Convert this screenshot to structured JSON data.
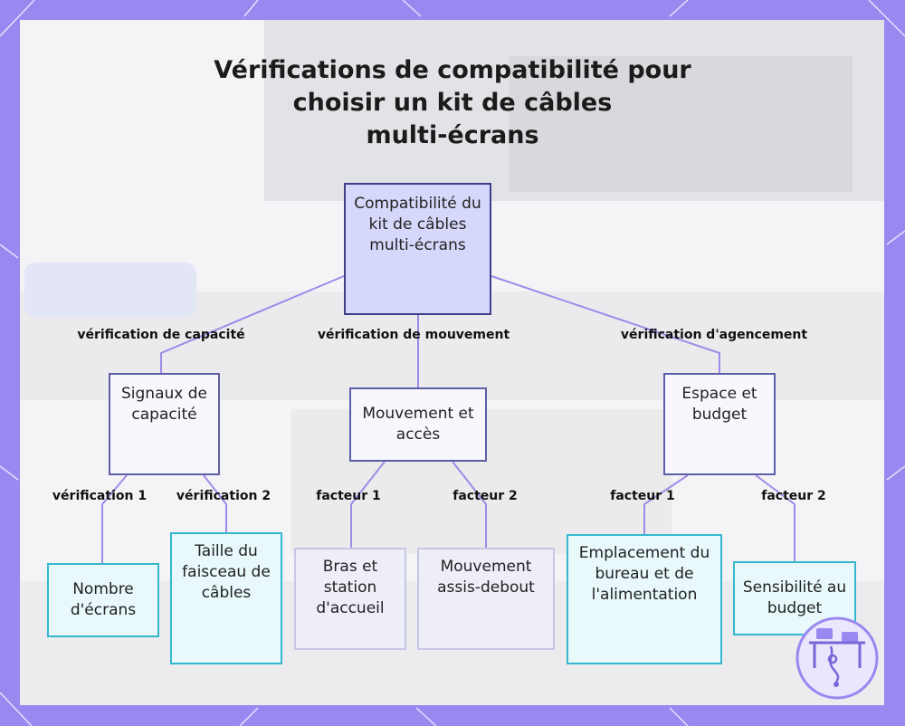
{
  "title_lines": [
    "Vérifications de compatibilité pour",
    "choisir un kit de câbles",
    "multi-écrans"
  ],
  "nodes": {
    "root": "Compatibilité du kit de câbles multi-écrans",
    "capacity": "Signaux de capacité",
    "movement": "Mouvement et accès",
    "layout": "Espace et budget",
    "screen_count": "Nombre d'écrans",
    "bundle_size": "Taille du faisceau de câbles",
    "arms_dock": "Bras et station d'accueil",
    "sit_stand": "Mouvement assis-debout",
    "desk_power": "Emplacement du bureau et de l'alimentation",
    "budget": "Sensibilité au budget"
  },
  "edge_labels": {
    "capacity_check": "vérification de capacité",
    "movement_check": "vérification de mouvement",
    "layout_check": "vérification d'agencement",
    "check_1": "vérification 1",
    "check_2": "vérification 2",
    "mv_factor_1": "facteur 1",
    "mv_factor_2": "facteur 2",
    "ly_factor_1": "facteur 1",
    "ly_factor_2": "facteur 2"
  },
  "colors": {
    "frame": "#9b87f0",
    "edge": "#a08ae8",
    "root_fill": "#d6d8fb",
    "teal_border": "#35b8cf"
  },
  "icons": [
    "desk-network-logo-icon"
  ]
}
